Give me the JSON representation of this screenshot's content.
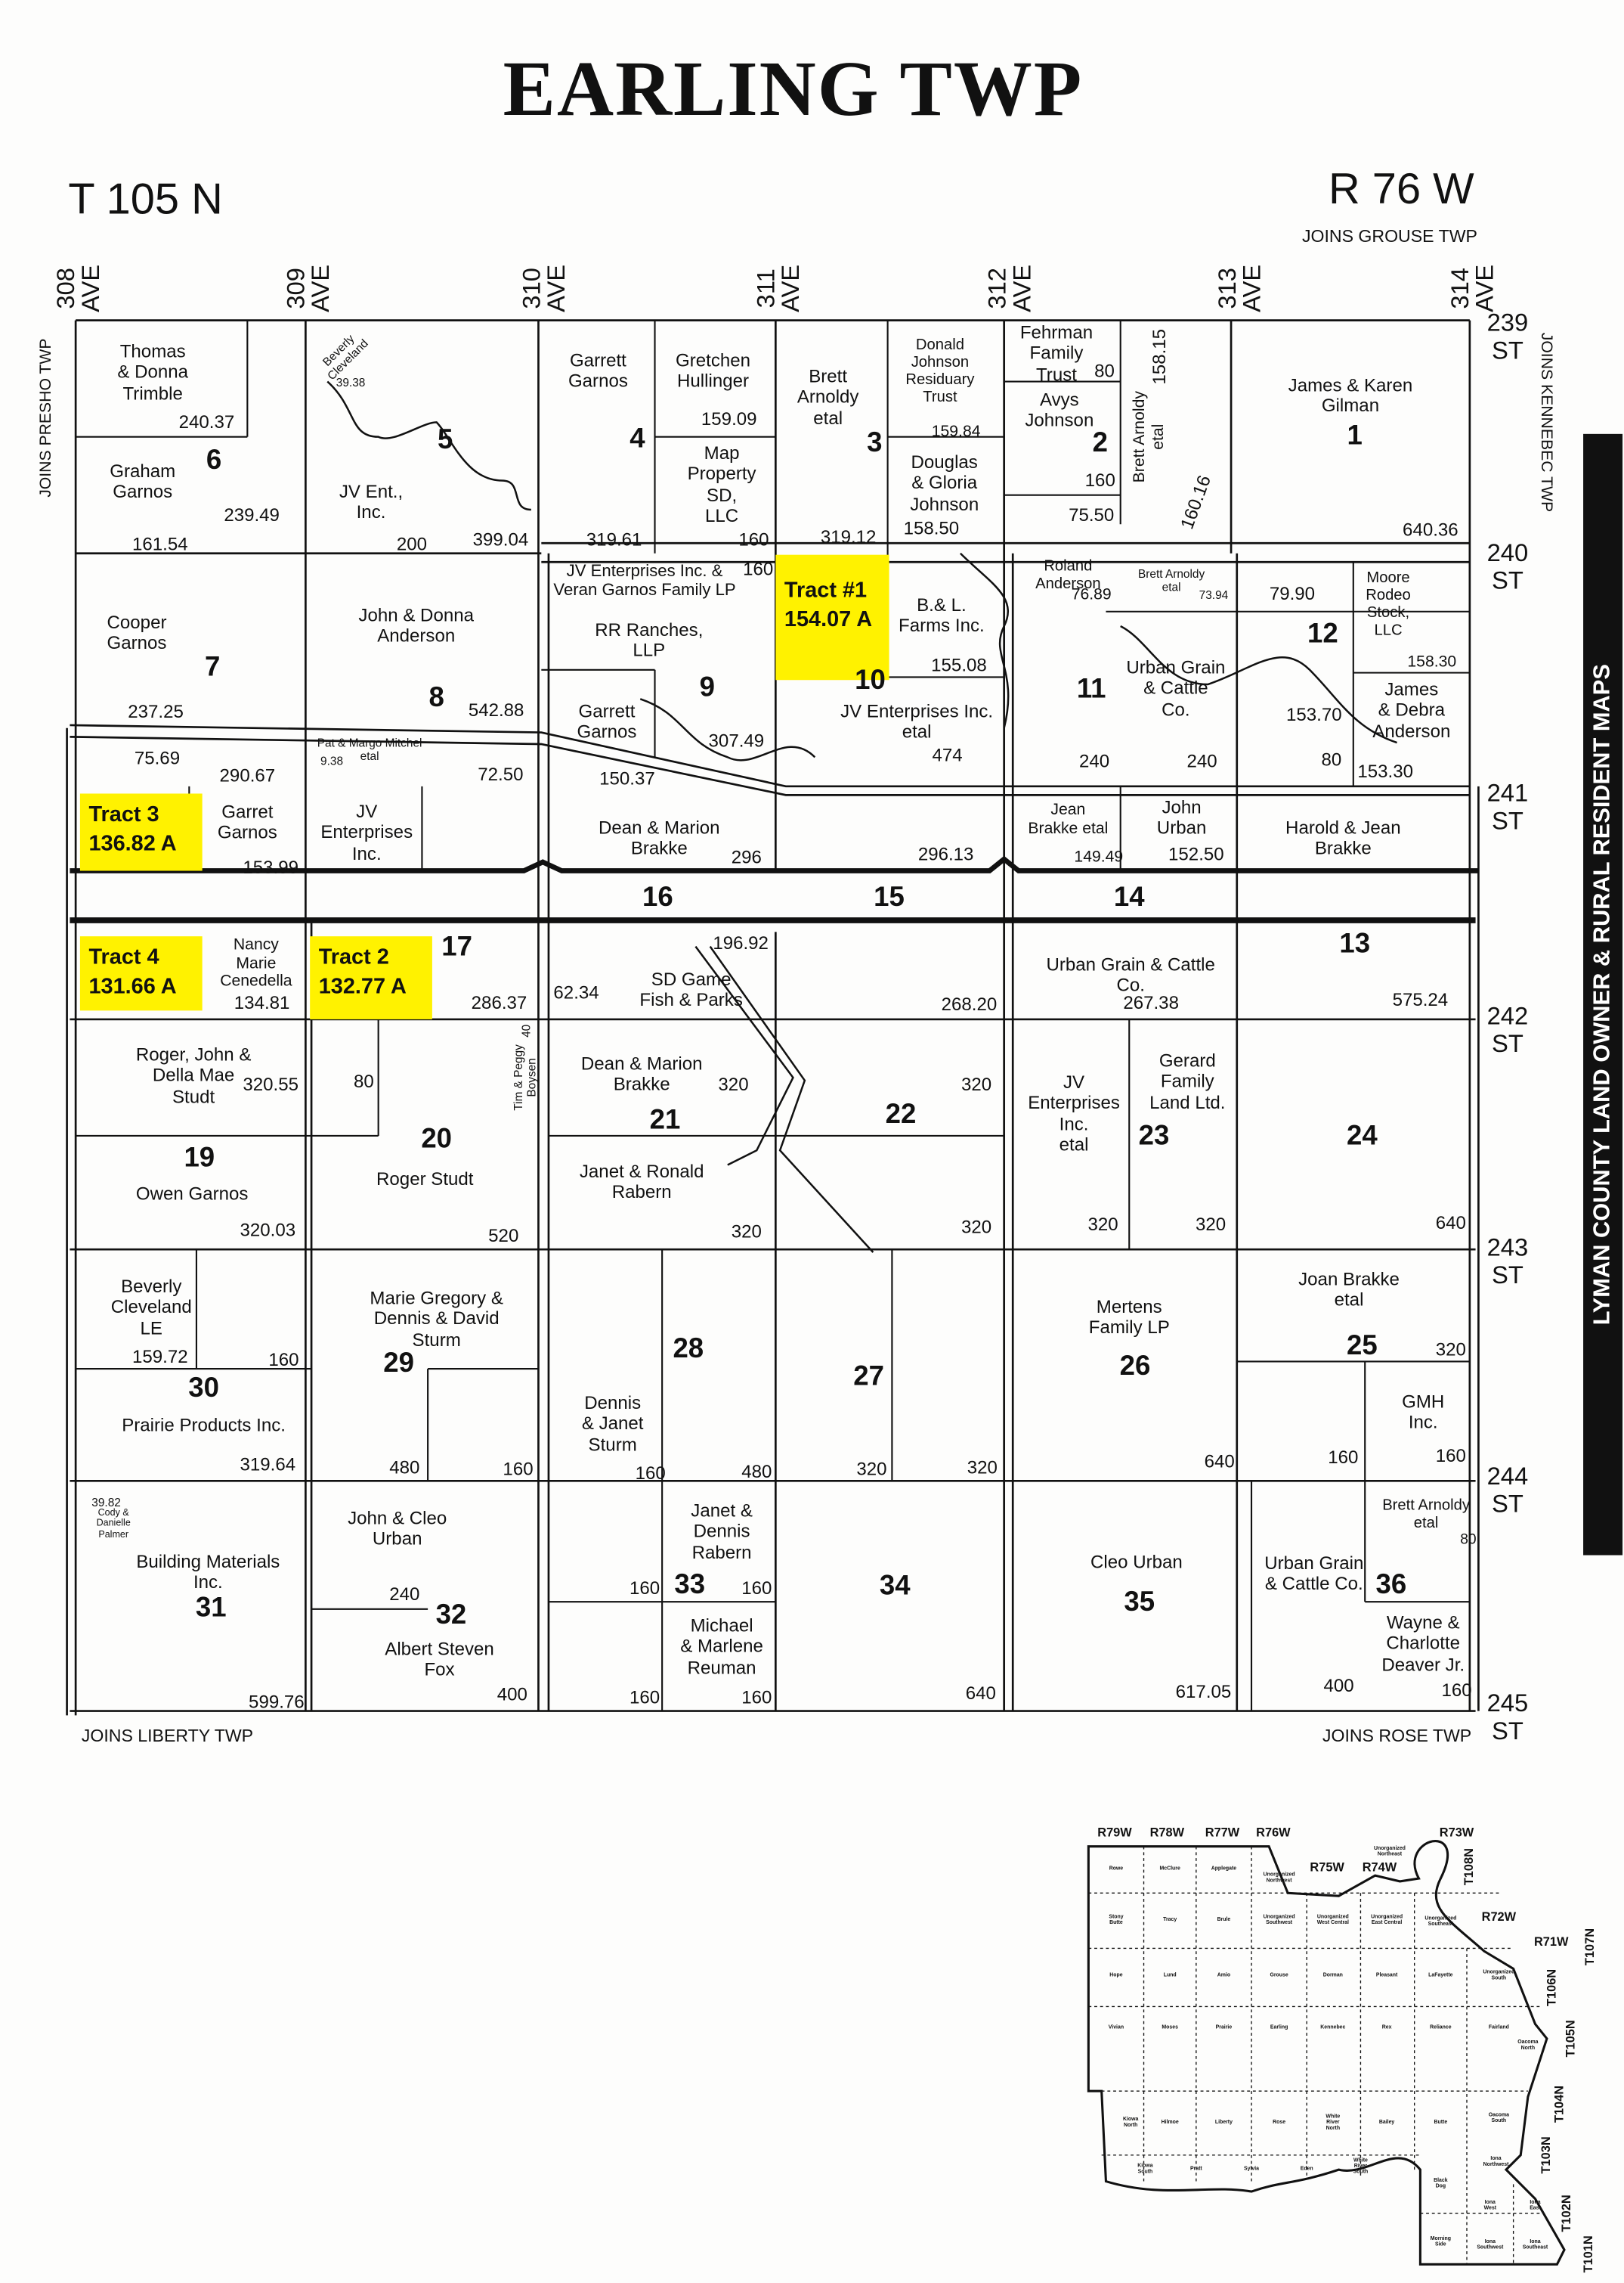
{
  "header": {
    "title": "EARLING TWP",
    "township": "T 105 N",
    "range": "R 76 W",
    "joins_north": "JOINS GROUSE TWP",
    "joins_west": "JOINS PRESHO TWP",
    "joins_east": "JOINS KENNEBEC TWP",
    "joins_south_west": "JOINS LIBERTY TWP",
    "joins_south_east": "JOINS ROSE TWP",
    "banner": "LYMAN COUNTY LAND OWNER & RURAL RESIDENT MAPS"
  },
  "avenues": [
    "308\nAVE",
    "309\nAVE",
    "310\nAVE",
    "311\nAVE",
    "312\nAVE",
    "313\nAVE",
    "314\nAVE"
  ],
  "streets": [
    "239\nST",
    "240\nST",
    "241\nST",
    "242\nST",
    "243\nST",
    "244\nST",
    "245\nST"
  ],
  "tracts": [
    {
      "name": "Tract #1",
      "acres": "154.07 A"
    },
    {
      "name": "Tract 3",
      "acres": "136.82 A"
    },
    {
      "name": "Tract 4",
      "acres": "131.66 A"
    },
    {
      "name": "Tract 2",
      "acres": "132.77 A"
    }
  ],
  "owners": [
    "Thomas\n& Donna\nTrimble",
    "Graham\nGarnos",
    "Cooper\nGarnos",
    "Beverly\nCleveland",
    "JV Ent.,\nInc.",
    "John & Donna\nAnderson",
    "Garrett\nGarnos",
    "Gretchen\nHullinger",
    "Map\nProperty\nSD,\nLLC",
    "Brett\nArnoldy\netal",
    "Donald\nJohnson\nResiduary\nTrust",
    "Douglas\n& Gloria\nJohnson",
    "Fehrman\nFamily\nTrust",
    "Avys\nJohnson",
    "Brett Arnoldy\netal",
    "James & Karen\nGilman",
    "JV Enterprises Inc. &\nVeran Garnos Family LP",
    "RR Ranches,\nLLP",
    "B.& L.\nFarms Inc.",
    "Roland\nAnderson",
    "Brett Arnoldy\netal",
    "Moore\nRodeo\nStock,\nLLC",
    "Urban Grain\n& Cattle\nCo.",
    "James\n& Debra\nAnderson",
    "Garrett\nGarnos",
    "JV Enterprises Inc.\netal",
    "Pat & Margo Mitchel\netal",
    "Garret\nGarnos",
    "JV\nEnterprises\nInc.",
    "Dean & Marion\nBrakke",
    "Jean\nBrakke etal",
    "John\nUrban",
    "Harold & Jean\nBrakke",
    "Nancy\nMarie\nCenedella",
    "SD Game\nFish & Parks",
    "Urban Grain & Cattle\nCo.",
    "Roger, John &\nDella Mae\nStudt",
    "Tim & Peggy\nBoysen",
    "Dean & Marion\nBrakke",
    "JV\nEnterprises\nInc.\netal",
    "Gerard\nFamily\nLand Ltd.",
    "Owen Garnos",
    "Roger Studt",
    "Janet & Ronald\nRabern",
    "Beverly\nCleveland\nLE",
    "Marie Gregory &\nDennis & David\nSturm",
    "Mertens\nFamily LP",
    "Joan Brakke\netal",
    "Prairie Products Inc.",
    "Dennis\n& Janet\nSturm",
    "GMH\nInc.",
    "Cody &\nDanielle\nPalmer",
    "John & Cleo\nUrban",
    "Building Materials\nInc.",
    "Janet &\nDennis\nRabern",
    "Cleo Urban",
    "Urban Grain\n& Cattle Co.",
    "Brett Arnoldy\netal",
    "Albert Steven\nFox",
    "Michael\n& Marlene\nReuman",
    "Wayne &\nCharlotte\nDeaver Jr."
  ],
  "acreages": [
    "240.37",
    "239.49",
    "161.54",
    "237.25",
    "39.38",
    "200",
    "399.04",
    "319.61",
    "159.09",
    "160",
    "319.12",
    "159.84",
    "158.50",
    "80",
    "160",
    "75.50",
    "158.15",
    "160.16",
    "640.36",
    "160",
    "76.89",
    "73.94",
    "79.90",
    "542.88",
    "155.08",
    "158.30",
    "307.49",
    "474",
    "240",
    "240",
    "153.70",
    "80",
    "153.30",
    "75.69",
    "290.67",
    "9.38",
    "72.50",
    "150.37",
    "153.99",
    "296",
    "296.13",
    "149.49",
    "152.50",
    "196.92",
    "134.81",
    "286.37",
    "62.34",
    "268.20",
    "267.38",
    "575.24",
    "320.55",
    "80",
    "320",
    "320",
    "40",
    "320.03",
    "520",
    "320",
    "320",
    "320",
    "320",
    "640",
    "159.72",
    "160",
    "320",
    "480",
    "160",
    "319.64",
    "160",
    "480",
    "320",
    "320",
    "640",
    "160",
    "160",
    "39.82",
    "80",
    "240",
    "599.76",
    "400",
    "160",
    "160",
    "160",
    "160",
    "640",
    "617.05",
    "400",
    "160"
  ],
  "sections": [
    "6",
    "5",
    "4",
    "3",
    "2",
    "1",
    "7",
    "8",
    "9",
    "10",
    "11",
    "12",
    "16",
    "15",
    "14",
    "17",
    "13",
    "20",
    "21",
    "22",
    "23",
    "24",
    "19",
    "30",
    "29",
    "28",
    "27",
    "26",
    "25",
    "31",
    "32",
    "33",
    "34",
    "35",
    "36"
  ],
  "inset": {
    "ranges": [
      "R79W",
      "R78W",
      "R77W",
      "R76W",
      "R75W",
      "R74W",
      "R73W",
      "R72W",
      "R71W"
    ],
    "townships": [
      "T108N",
      "T107N",
      "T106N",
      "T105N",
      "T104N",
      "T103N",
      "T102N",
      "T101N"
    ],
    "names": [
      "Rowe",
      "McClure",
      "Applegate",
      "Unorganized\nNorthwest",
      "Unorganized\nNortheast",
      "Stony\nButte",
      "Tracy",
      "Brule",
      "Unorganized\nSouthwest",
      "Unorganized\nWest Central",
      "Unorganized\nEast Central",
      "Unorganized\nSoutheast",
      "Hope",
      "Lund",
      "Amio",
      "Grouse",
      "Dorman",
      "Pleasant",
      "LaFayette",
      "Unorganized\nSouth",
      "Vivian",
      "Moses",
      "Prairie",
      "Earling",
      "Kennebec",
      "Rex",
      "Reliance",
      "Fairland",
      "Oacoma\nNorth",
      "Kiowa\nNorth",
      "Hilmoe",
      "Liberty",
      "Rose",
      "White\nRiver\nNorth",
      "Bailey",
      "Butte",
      "Oacoma\nSouth",
      "Kiowa\nSouth",
      "Pratt",
      "Sylvia",
      "Eden",
      "White\nRiver\nSouth",
      "Black\nDog",
      "Iona\nNorthwest",
      "Iona\nWest",
      "Iona\nEast",
      "Morning\nSide",
      "Iona\nSouthwest",
      "Iona\nSoutheast"
    ]
  },
  "colors": {
    "tract_highlight": "#fff200",
    "line": "#111111",
    "banner": "#111111"
  }
}
